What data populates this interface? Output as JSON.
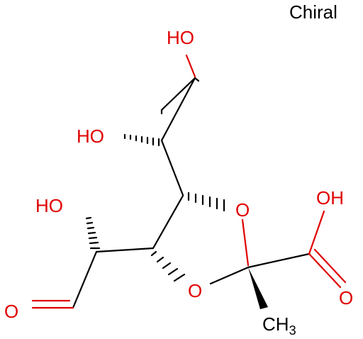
{
  "chiral_label": "Chiral",
  "colors": {
    "bond": "#000000",
    "heteroatom": "#e00000",
    "carbon_label": "#000000"
  },
  "atoms": {
    "oh_top": "HO",
    "oh_left": "HO",
    "oh_side": "HO",
    "o_ring_upper": "O",
    "o_ring_lower": "O",
    "oh_acid": "OH",
    "o_carbonyl": "O",
    "o_aldehyde": "O",
    "methyl": "CH",
    "methyl_sub": "3"
  }
}
